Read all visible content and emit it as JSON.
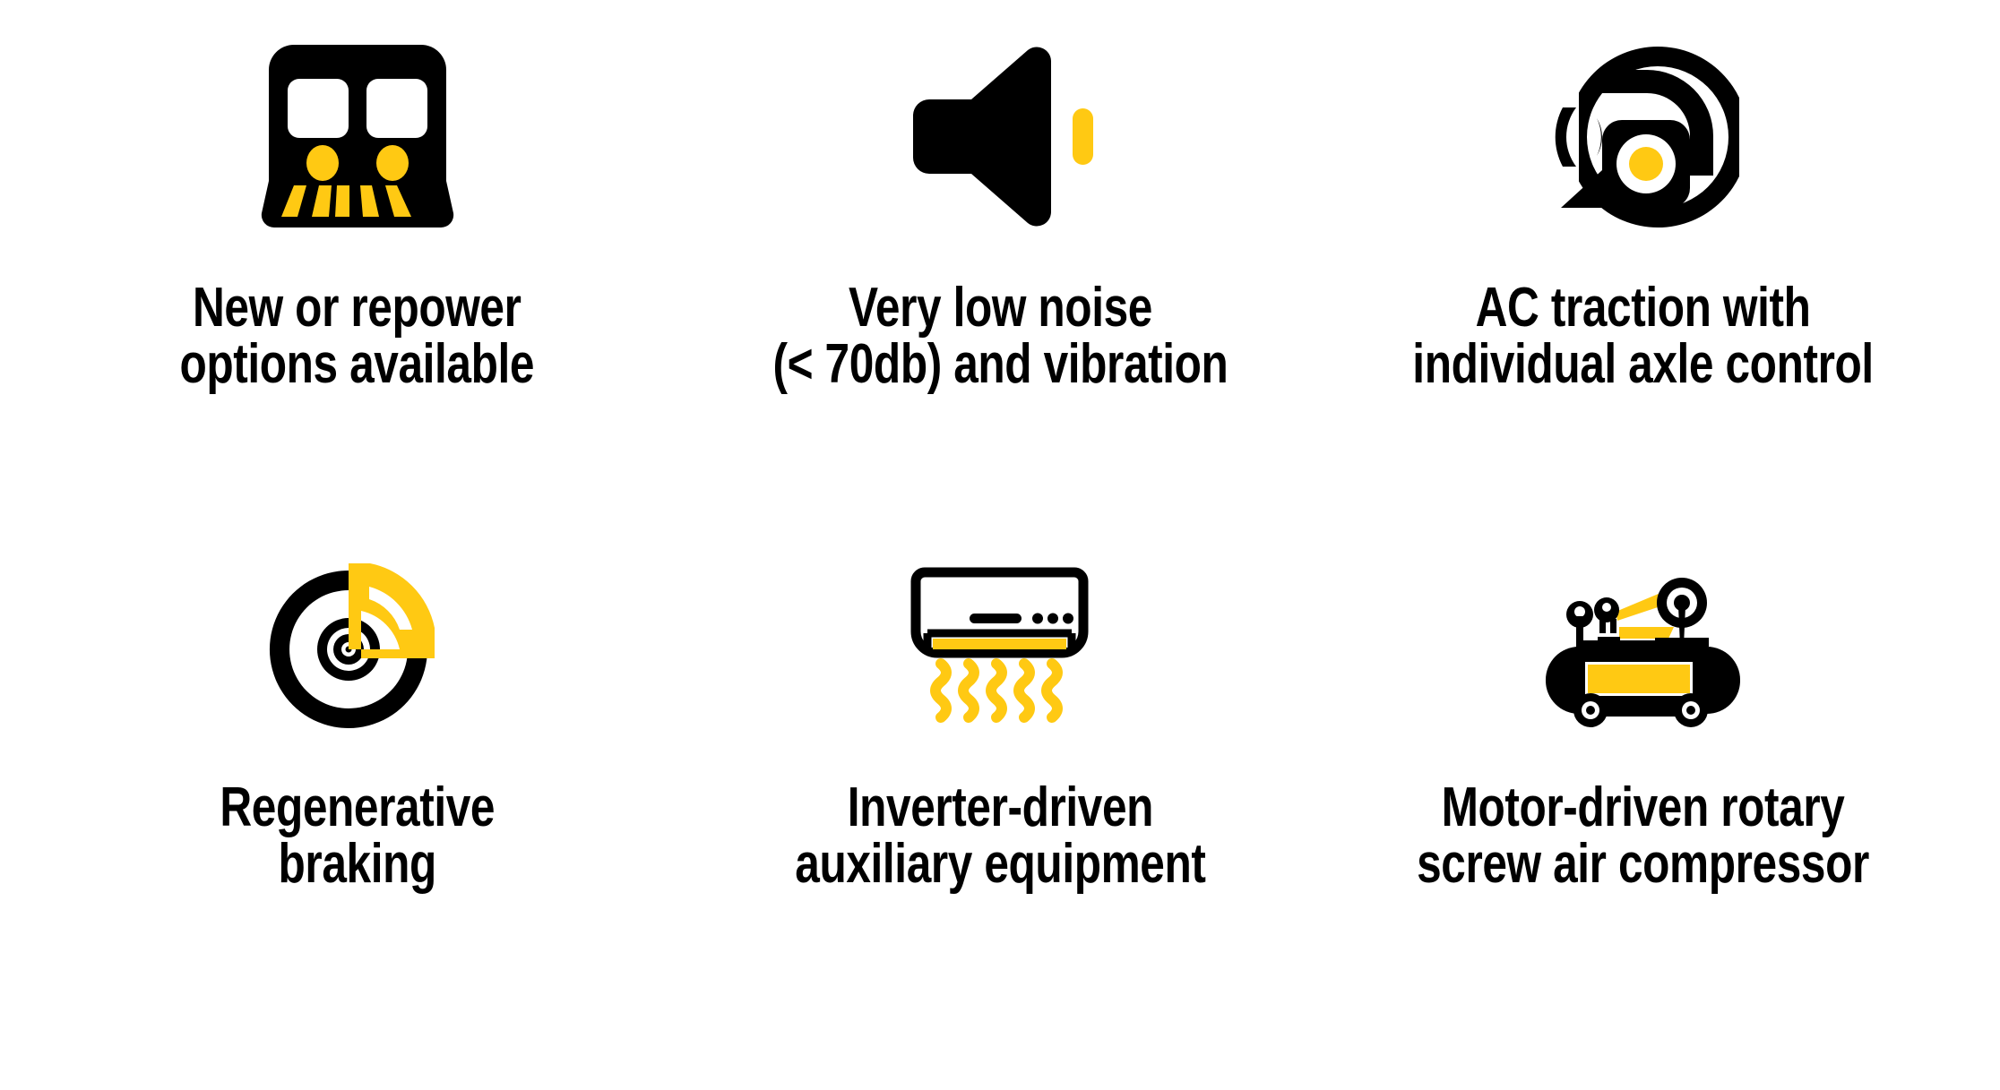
{
  "page": {
    "background_color": "#ffffff",
    "accent_yellow": "#FFC913",
    "ink_black": "#000000",
    "layout": {
      "columns": 3,
      "rows": 2
    }
  },
  "features": [
    {
      "id": "new-or-repower",
      "icon": "train-front-icon",
      "label": "New or repower\noptions available",
      "line1": "New or repower",
      "line2": "options available"
    },
    {
      "id": "very-low-noise",
      "icon": "speaker-low-volume-icon",
      "label": "Very low noise\n(< 70db) and vibration",
      "line1": "Very low noise",
      "line2": "(< 70db) and vibration"
    },
    {
      "id": "ac-traction",
      "icon": "ac-traction-motor-icon",
      "label": "AC traction with\nindividual axle control",
      "line1": "AC traction with",
      "line2": "individual axle control"
    },
    {
      "id": "regenerative-braking",
      "icon": "brake-disc-icon",
      "label": "Regenerative\nbraking",
      "line1": "Regenerative",
      "line2": "braking"
    },
    {
      "id": "inverter-driven-auxiliary",
      "icon": "air-conditioner-icon",
      "label": "Inverter-driven\nauxiliary equipment",
      "line1": "Inverter-driven",
      "line2": "auxiliary equipment"
    },
    {
      "id": "rotary-screw-compressor",
      "icon": "air-compressor-icon",
      "label": "Motor-driven rotary\nscrew air compressor",
      "line1": "Motor-driven rotary",
      "line2": "screw air compressor"
    }
  ]
}
